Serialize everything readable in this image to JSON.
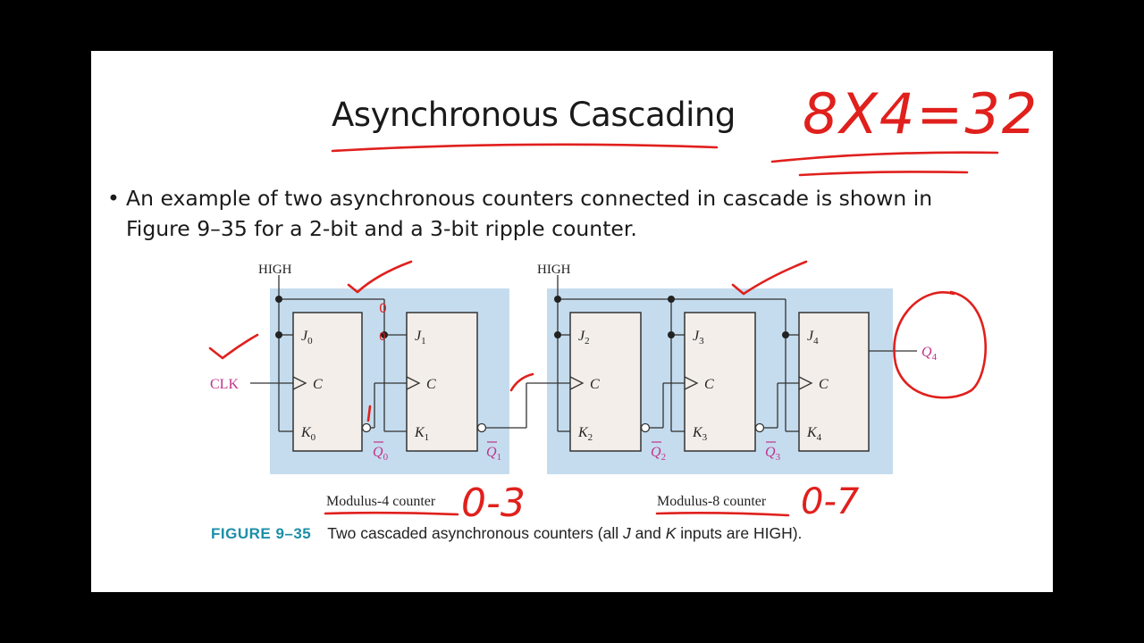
{
  "slide": {
    "title": "Asynchronous Cascading",
    "bullet_marker": "•",
    "bullet_line1": "An example of two asynchronous counters connected in cascade is shown in",
    "bullet_line2": "Figure 9–35 for a 2-bit and a 3-bit ripple counter."
  },
  "figure": {
    "high_label_left": "HIGH",
    "high_label_right": "HIGH",
    "clk_label": "CLK",
    "flipflops": [
      {
        "j": "J",
        "k": "K",
        "c": "C",
        "idx": "0",
        "qbar": "Q",
        "qbar_idx": "0"
      },
      {
        "j": "J",
        "k": "K",
        "c": "C",
        "idx": "1",
        "qbar": "Q",
        "qbar_idx": "1"
      },
      {
        "j": "J",
        "k": "K",
        "c": "C",
        "idx": "2",
        "qbar": "Q",
        "qbar_idx": "2"
      },
      {
        "j": "J",
        "k": "K",
        "c": "C",
        "idx": "3",
        "qbar": "Q",
        "qbar_idx": "3"
      },
      {
        "j": "J",
        "k": "K",
        "c": "C",
        "idx": "4"
      }
    ],
    "q4_label": "Q",
    "q4_idx": "4",
    "modulus4_label": "Modulus-4 counter",
    "modulus8_label": "Modulus-8 counter",
    "caption_id": "FIGURE 9–35",
    "caption_part1": "Two cascaded asynchronous counters (all ",
    "caption_j": "J",
    "caption_part2": " and ",
    "caption_k": "K",
    "caption_part3": " inputs are HIGH).",
    "colors": {
      "box_fill": "#c5dcee",
      "ff_fill": "#f3eeea",
      "magenta": "#c0338a",
      "wire": "#333333"
    }
  },
  "annotations": {
    "top_right": "8X4=32",
    "mod4_range": "0-3",
    "mod8_range": "0-7",
    "ff0_mark": "1",
    "ff1_note_top": "0",
    "ff1_note_bottom": "0",
    "ink_color": "#e0201d"
  }
}
